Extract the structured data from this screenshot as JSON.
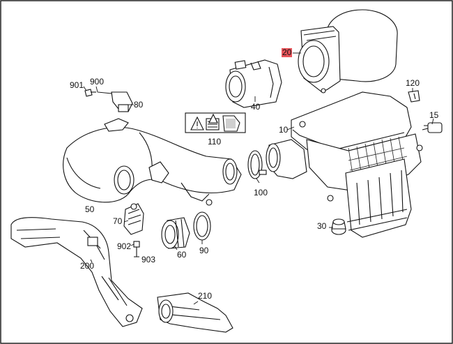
{
  "diagram": {
    "highlight_color": "#e8545a",
    "labels": [
      {
        "id": "p20",
        "text": "20",
        "highlighted": true
      },
      {
        "id": "p40",
        "text": "40"
      },
      {
        "id": "p10",
        "text": "10"
      },
      {
        "id": "p15",
        "text": "15"
      },
      {
        "id": "p120",
        "text": "120"
      },
      {
        "id": "p901",
        "text": "901"
      },
      {
        "id": "p900",
        "text": "900"
      },
      {
        "id": "p80",
        "text": "80"
      },
      {
        "id": "p110",
        "text": "110"
      },
      {
        "id": "p50",
        "text": "50"
      },
      {
        "id": "p100",
        "text": "100"
      },
      {
        "id": "p70",
        "text": "70"
      },
      {
        "id": "p30",
        "text": "30"
      },
      {
        "id": "p60",
        "text": "60"
      },
      {
        "id": "p90",
        "text": "90"
      },
      {
        "id": "p902",
        "text": "902"
      },
      {
        "id": "p903",
        "text": "903"
      },
      {
        "id": "p200",
        "text": "200"
      },
      {
        "id": "p210",
        "text": "210"
      }
    ]
  }
}
